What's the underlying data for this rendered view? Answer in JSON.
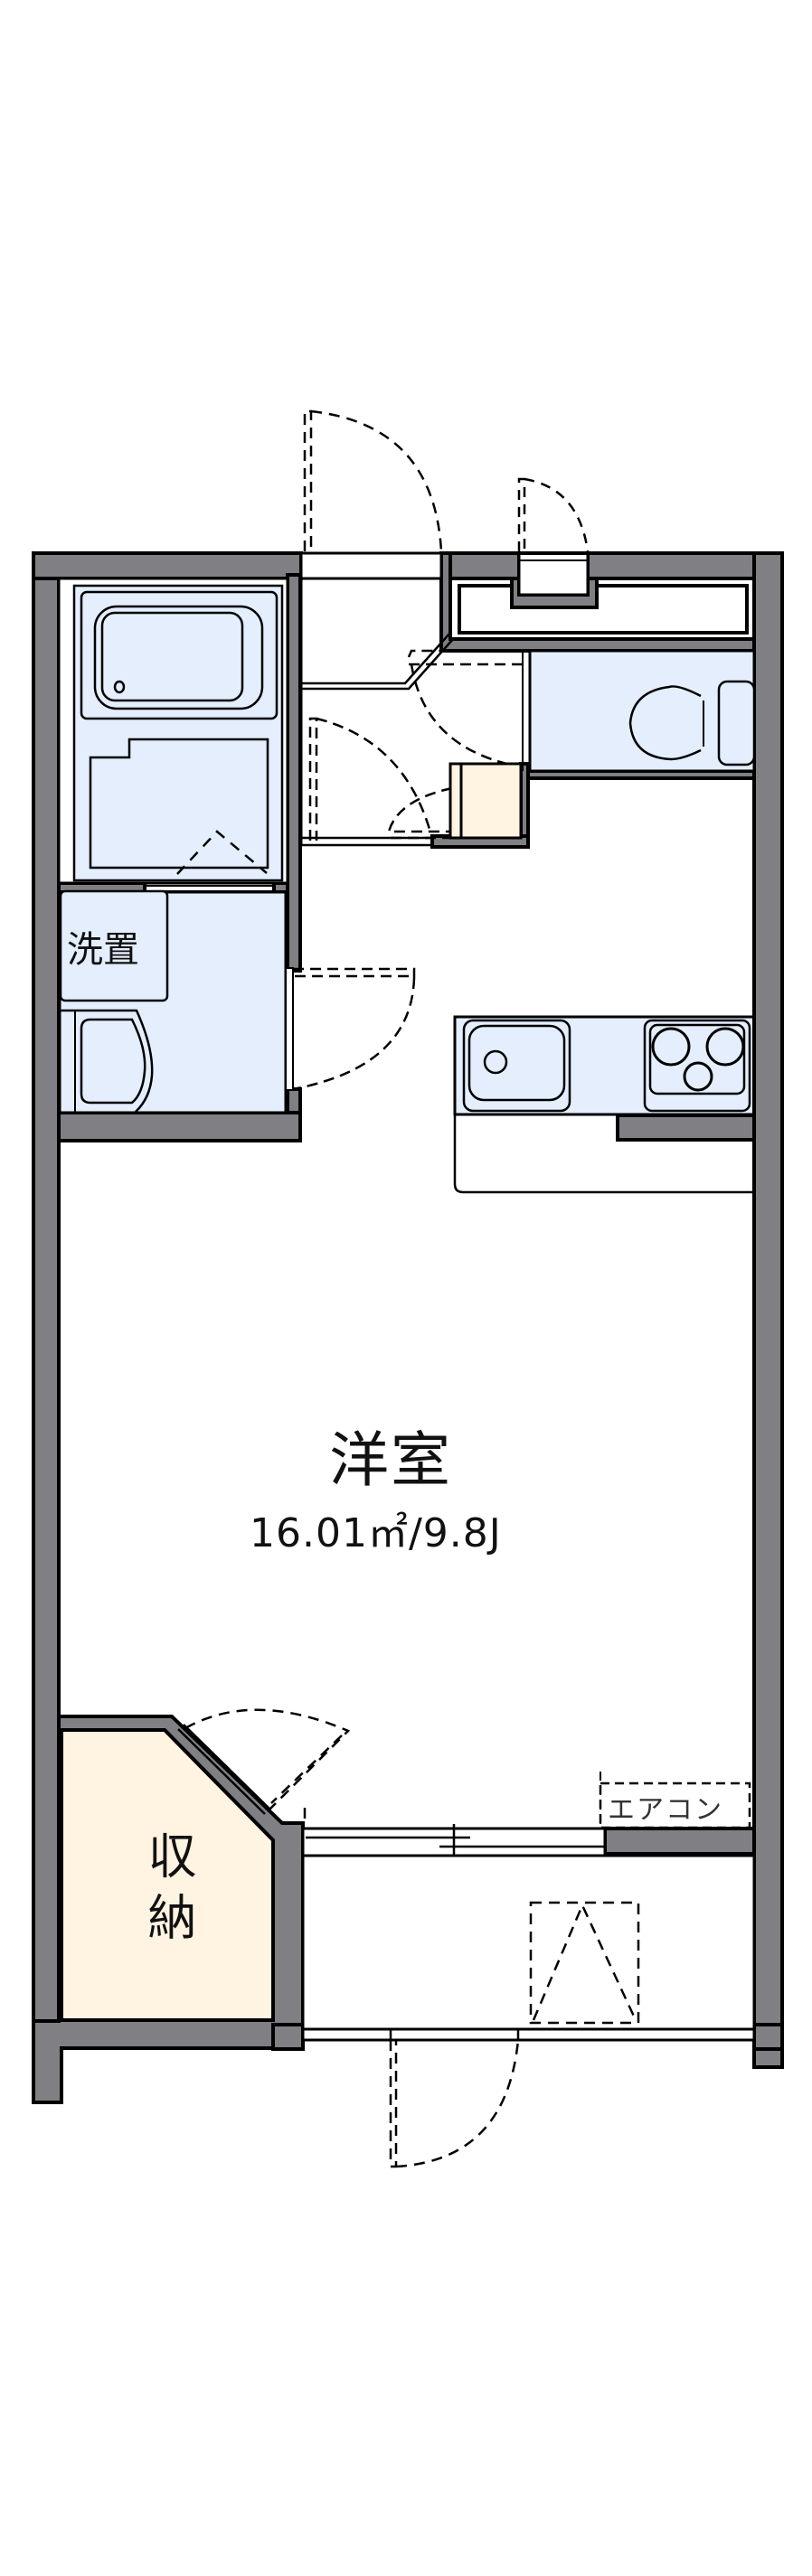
{
  "floorplan": {
    "colors": {
      "wall": "#807f84",
      "wet_area": "#e4eefc",
      "storage": "#fff4e2",
      "line": "#000000",
      "background": "#ffffff"
    },
    "rooms": {
      "main_room": {
        "name": "洋室",
        "area": "16.01㎡/9.8J"
      },
      "washroom": {
        "label": "洗置"
      },
      "storage": {
        "label": "収納"
      },
      "air_conditioner": {
        "label": "エアコン"
      }
    },
    "fixtures": [
      "bathtub",
      "shower-area",
      "washing-machine-space",
      "washbasin",
      "toilet",
      "kitchen-sink",
      "three-burner-stove",
      "shoe-cabinet",
      "balcony-hatch"
    ]
  }
}
